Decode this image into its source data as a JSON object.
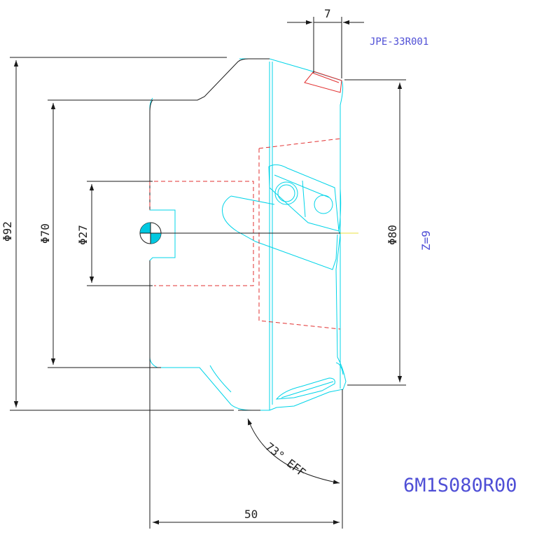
{
  "dimensions": {
    "width_label": "7",
    "length_label": "50",
    "dia_92": "Φ92",
    "dia_70": "Φ70",
    "dia_27": "Φ27",
    "dia_80": "Φ80",
    "angle_label": "73° EFF"
  },
  "labels": {
    "insert_code": "JPE-33R001",
    "teeth": "Z=9",
    "part_number": "6M1S080R00"
  },
  "colors": {
    "outline": "#00d4e8",
    "dimension": "#1a1a1a",
    "hidden": "#e23030",
    "annotation": "#4f4fd6"
  }
}
